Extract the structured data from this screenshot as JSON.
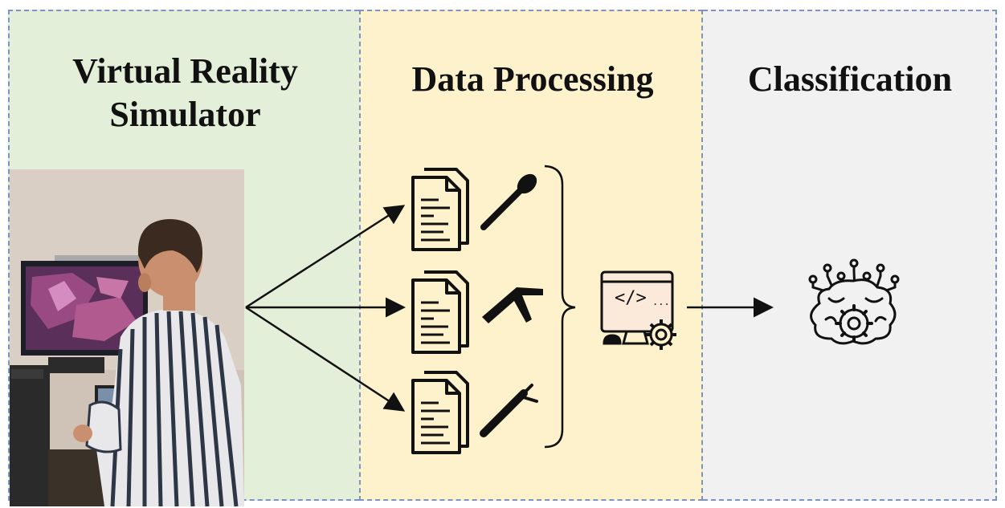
{
  "stages": [
    {
      "id": "vr",
      "title_line1": "Virtual Reality",
      "title_line2": "Simulator"
    },
    {
      "id": "dp",
      "title": "Data Processing"
    },
    {
      "id": "cl",
      "title": "Classification"
    }
  ],
  "icons": {
    "photo": "vr-simulator-user-photo",
    "documents": [
      "document-icon",
      "document-icon",
      "document-icon"
    ],
    "instruments": [
      "surgical-instrument-scoop-icon",
      "surgical-instrument-angled-icon",
      "surgical-instrument-forked-icon"
    ],
    "processing": "computer-code-gear-icon",
    "classification": "ai-brain-gear-icon"
  },
  "colors": {
    "vr_panel": "#e3efd9",
    "dp_panel": "#fef2cd",
    "cl_panel": "#f1f1f1",
    "border": "#7d94c2"
  }
}
